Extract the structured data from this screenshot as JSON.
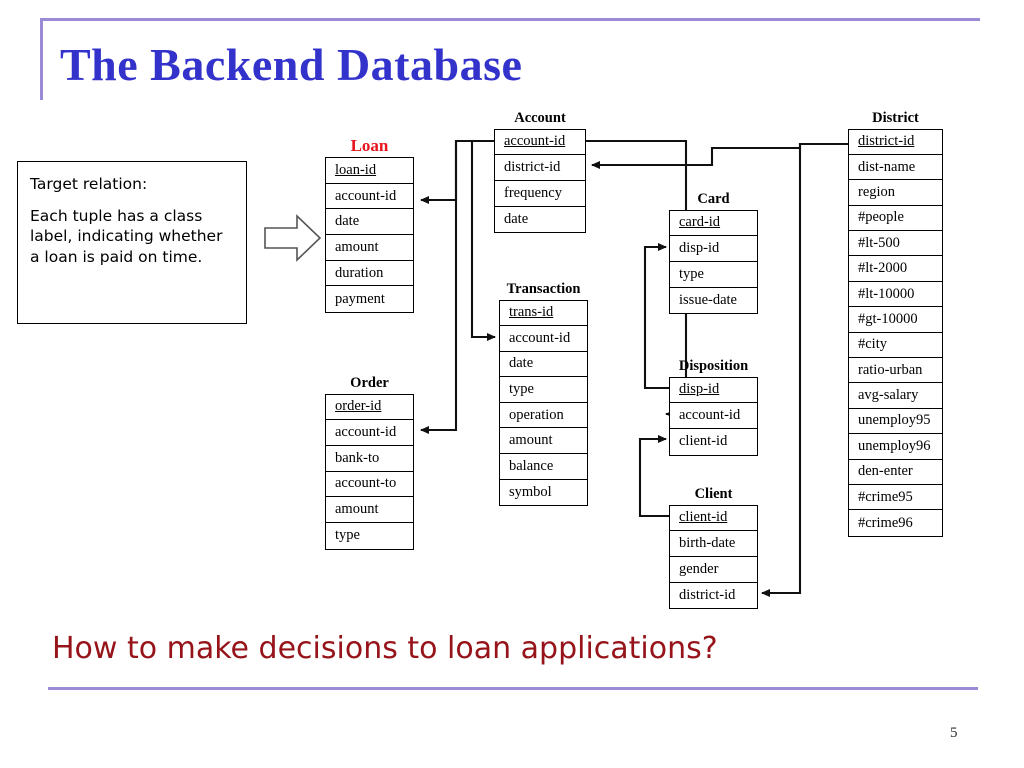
{
  "slide": {
    "title": "The Backend Database",
    "number": "5",
    "question": "How to make decisions to loan applications?",
    "accent_purple": "#9B8BD6",
    "title_blue": "#3333CC",
    "question_red": "#96131A",
    "highlight_red": "#E8141E"
  },
  "callout": {
    "name": "target-relation-callout",
    "lines": [
      "Target relation:",
      "Each tuple has a class label, indicating whether a loan is paid on time."
    ]
  },
  "arrow_icon": "block-arrow-right-icon",
  "tables": [
    {
      "id": "loan",
      "name": "Loan",
      "highlight": true,
      "fields": [
        {
          "label": "loan-id",
          "pk": true
        },
        {
          "label": "account-id",
          "pk": false
        },
        {
          "label": "date",
          "pk": false
        },
        {
          "label": "amount",
          "pk": false
        },
        {
          "label": "duration",
          "pk": false
        },
        {
          "label": "payment",
          "pk": false
        }
      ]
    },
    {
      "id": "account",
      "name": "Account",
      "highlight": false,
      "fields": [
        {
          "label": "account-id",
          "pk": true
        },
        {
          "label": "district-id",
          "pk": false
        },
        {
          "label": "frequency",
          "pk": false
        },
        {
          "label": "date",
          "pk": false
        }
      ]
    },
    {
      "id": "transaction",
      "name": "Transaction",
      "highlight": false,
      "fields": [
        {
          "label": "trans-id",
          "pk": true
        },
        {
          "label": "account-id",
          "pk": false
        },
        {
          "label": "date",
          "pk": false
        },
        {
          "label": "type",
          "pk": false
        },
        {
          "label": "operation",
          "pk": false
        },
        {
          "label": "amount",
          "pk": false
        },
        {
          "label": "balance",
          "pk": false
        },
        {
          "label": "symbol",
          "pk": false
        }
      ]
    },
    {
      "id": "order",
      "name": "Order",
      "highlight": false,
      "fields": [
        {
          "label": "order-id",
          "pk": true
        },
        {
          "label": "account-id",
          "pk": false
        },
        {
          "label": "bank-to",
          "pk": false
        },
        {
          "label": "account-to",
          "pk": false
        },
        {
          "label": "amount",
          "pk": false
        },
        {
          "label": "type",
          "pk": false
        }
      ]
    },
    {
      "id": "card",
      "name": "Card",
      "highlight": false,
      "fields": [
        {
          "label": "card-id",
          "pk": true
        },
        {
          "label": "disp-id",
          "pk": false
        },
        {
          "label": "type",
          "pk": false
        },
        {
          "label": "issue-date",
          "pk": false
        }
      ]
    },
    {
      "id": "disposition",
      "name": "Disposition",
      "highlight": false,
      "fields": [
        {
          "label": "disp-id",
          "pk": true
        },
        {
          "label": "account-id",
          "pk": false
        },
        {
          "label": "client-id",
          "pk": false
        }
      ]
    },
    {
      "id": "client",
      "name": "Client",
      "highlight": false,
      "fields": [
        {
          "label": "client-id",
          "pk": true
        },
        {
          "label": "birth-date",
          "pk": false
        },
        {
          "label": "gender",
          "pk": false
        },
        {
          "label": "district-id",
          "pk": false
        }
      ]
    },
    {
      "id": "district",
      "name": "District",
      "highlight": false,
      "fields": [
        {
          "label": "district-id",
          "pk": true
        },
        {
          "label": "dist-name",
          "pk": false
        },
        {
          "label": "region",
          "pk": false
        },
        {
          "label": "#people",
          "pk": false
        },
        {
          "label": "#lt-500",
          "pk": false
        },
        {
          "label": "#lt-2000",
          "pk": false
        },
        {
          "label": "#lt-10000",
          "pk": false
        },
        {
          "label": "#gt-10000",
          "pk": false
        },
        {
          "label": "#city",
          "pk": false
        },
        {
          "label": "ratio-urban",
          "pk": false
        },
        {
          "label": "avg-salary",
          "pk": false
        },
        {
          "label": "unemploy95",
          "pk": false
        },
        {
          "label": "unemploy96",
          "pk": false
        },
        {
          "label": "den-enter",
          "pk": false
        },
        {
          "label": "#crime95",
          "pk": false
        },
        {
          "label": "#crime96",
          "pk": false
        }
      ]
    }
  ],
  "relationships": [
    {
      "from": "account.account-id",
      "to": "loan.account-id"
    },
    {
      "from": "account.account-id",
      "to": "transaction.account-id"
    },
    {
      "from": "account.account-id",
      "to": "order.account-id"
    },
    {
      "from": "account.account-id",
      "to": "disposition.account-id"
    },
    {
      "from": "district.district-id",
      "to": "account.district-id"
    },
    {
      "from": "district.district-id",
      "to": "client.district-id"
    },
    {
      "from": "disposition.disp-id",
      "to": "card.disp-id"
    },
    {
      "from": "client.client-id",
      "to": "disposition.client-id"
    }
  ]
}
